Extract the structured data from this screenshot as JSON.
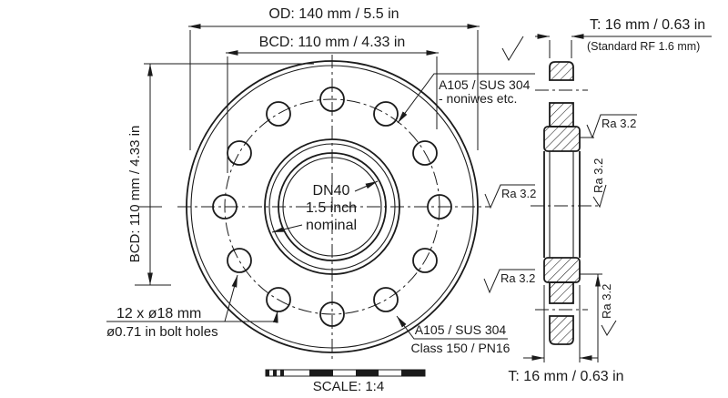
{
  "front_view": {
    "od_label": "OD: 140 mm / 5.5 in",
    "bcd_horizontal_label": "BCD: 110 mm / 4.33 in",
    "bcd_vertical_label": "BCD: 110 mm / 4.33 in",
    "bore_line1": "DN40",
    "bore_line2": "1.5 inch",
    "bore_line3": "nominal",
    "bolt_holes_line1": "12 x ø18 mm",
    "bolt_holes_line2": "ø0.71 in bolt holes",
    "material_note_line1": "A105 / SUS 304",
    "material_note_line2": "- noniwes etc.",
    "spec_note_line1": "A105 / SUS 304",
    "spec_note_line2": "Class 150 / PN16"
  },
  "side_view": {
    "thickness_label": "T: 16 mm / 0.63 in",
    "thickness_note": "(Standard RF 1.6 mm)",
    "thickness_label_bottom": "T: 16 mm / 0.63 in",
    "roughness_label": "Ra 3.2"
  },
  "scale_bar": {
    "label": "SCALE: 1:4"
  },
  "colors": {
    "line": "#1b1b1b",
    "background": "#ffffff"
  }
}
